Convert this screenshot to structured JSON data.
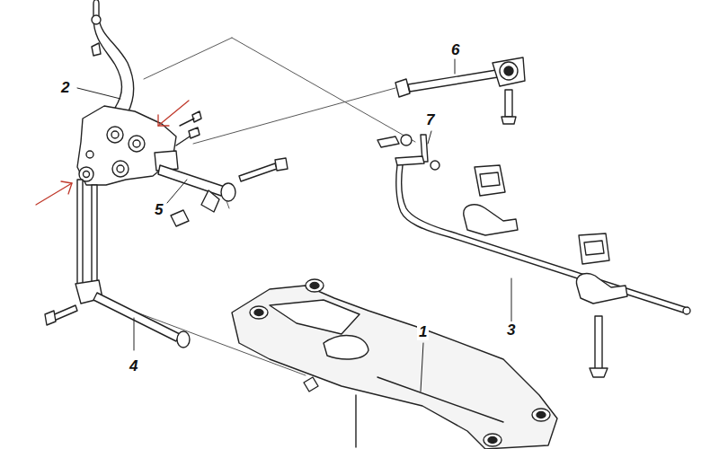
{
  "diagram": {
    "labels": [
      "6",
      "2",
      "7",
      "5",
      "3",
      "1",
      "4"
    ]
  }
}
